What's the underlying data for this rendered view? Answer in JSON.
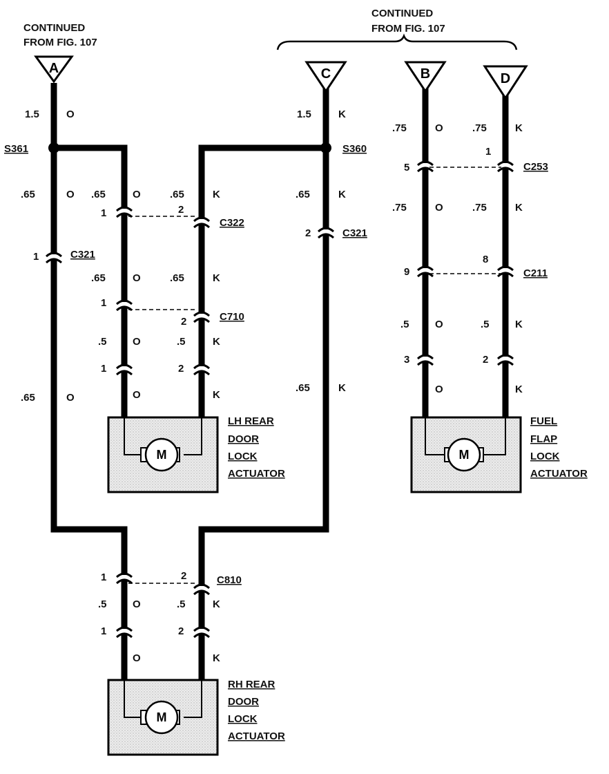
{
  "header": {
    "continued_left": [
      "CONTINUED",
      "FROM FIG. 107"
    ],
    "continued_right": [
      "CONTINUED",
      "FROM FIG. 107"
    ]
  },
  "terminals": {
    "a": "A",
    "b": "B",
    "c": "C",
    "d": "D"
  },
  "splices": {
    "s361": "S361",
    "s360": "S360"
  },
  "connectors": {
    "c321_left": "C321",
    "c321_right": "C321",
    "c322": "C322",
    "c710": "C710",
    "c253": "C253",
    "c211": "C211",
    "c810": "C810"
  },
  "pins": {
    "c321_left": "1",
    "c321_right": "2",
    "c322_o": "1",
    "c322_k": "2",
    "c710_o": "1",
    "c710_k": "2",
    "lh_o": "1",
    "lh_k": "2",
    "c253_o": "5",
    "c253_k": "1",
    "c211_o": "9",
    "c211_k": "8",
    "fuel_o": "3",
    "fuel_k": "2",
    "c810_o": "1",
    "c810_k": "2",
    "rh_o": "1",
    "rh_k": "2"
  },
  "wires": {
    "a_size": "1.5",
    "a_color": "O",
    "c_size": "1.5",
    "c_color": "K",
    "s361_down_size": ".65",
    "s361_down_color": "O",
    "lh_o1_size": ".65",
    "lh_o1_color": "O",
    "lh_k1_size": ".65",
    "lh_k1_color": "K",
    "c360_down_size": ".65",
    "c360_down_color": "K",
    "lh_o2_size": ".65",
    "lh_o2_color": "O",
    "lh_k2_size": ".65",
    "lh_k2_color": "K",
    "lh_o3_size": ".5",
    "lh_o3_color": "O",
    "lh_k3_size": ".5",
    "lh_k3_color": "K",
    "lh_o4_color": "O",
    "lh_k4_color": "K",
    "left_long_size": ".65",
    "left_long_color": "O",
    "right_long_size": ".65",
    "right_long_color": "K",
    "b1_size": ".75",
    "b1_color": "O",
    "d1_size": ".75",
    "d1_color": "K",
    "b2_size": ".75",
    "b2_color": "O",
    "d2_size": ".75",
    "d2_color": "K",
    "b3_size": ".5",
    "b3_color": "O",
    "d3_size": ".5",
    "d3_color": "K",
    "b4_color": "O",
    "d4_color": "K",
    "rh_o1_size": ".5",
    "rh_o1_color": "O",
    "rh_k1_size": ".5",
    "rh_k1_color": "K",
    "rh_o2_color": "O",
    "rh_k2_color": "K"
  },
  "components": {
    "lh_actuator": [
      "LH REAR",
      "DOOR",
      "LOCK",
      "ACTUATOR"
    ],
    "fuel_actuator": [
      "FUEL",
      "FLAP",
      "LOCK",
      "ACTUATOR"
    ],
    "rh_actuator": [
      "RH REAR",
      "DOOR",
      "LOCK",
      "ACTUATOR"
    ],
    "motor_symbol": "M"
  }
}
